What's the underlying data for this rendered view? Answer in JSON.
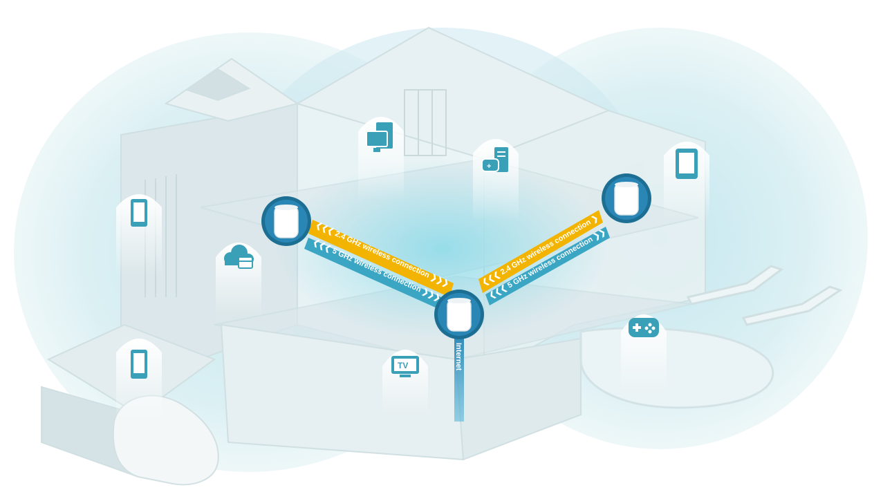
{
  "links": {
    "band_24": "2.4 GHz wireless connection",
    "band_5": "5 GHz wireless connection",
    "internet": "Internet"
  },
  "icons": [
    "phone-icon",
    "cloud-storage-icon",
    "smartphone-icon",
    "computer-icon",
    "game-console-icon",
    "tv-icon",
    "tablet-icon",
    "gamepad-icon",
    "mesh-router-icon"
  ],
  "colors": {
    "band_24": "#f2b400",
    "band_5": "#3aa6c4",
    "device_icon": "#3aa0b8",
    "router_ring": "#1c6f93",
    "coverage": "#cde9ee",
    "internet_line": "#2a86b5"
  }
}
